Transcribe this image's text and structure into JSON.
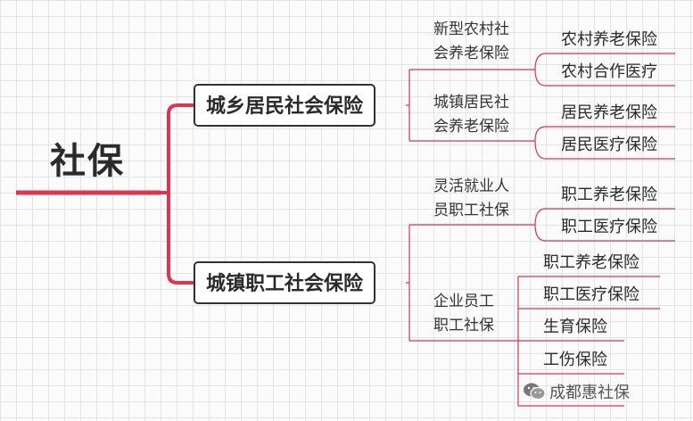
{
  "root": {
    "label": "社保"
  },
  "branches": [
    {
      "label": "城乡居民社会保险",
      "groups": [
        {
          "label": "新型农村社\n会养老保险",
          "leaves": [
            "农村养老保险",
            "农村合作医疗"
          ]
        },
        {
          "label": "城镇居民社\n会养老保险",
          "leaves": [
            "居民养老保险",
            "居民医疗保险"
          ]
        }
      ]
    },
    {
      "label": "城镇职工社会保险",
      "groups": [
        {
          "label": "灵活就业人\n员职工社保",
          "leaves": [
            "职工养老保险",
            "职工医疗保险"
          ]
        },
        {
          "label": "企业员工\n职工社保",
          "leaves": [
            "职工养老保险",
            "职工医疗保险",
            "生育保险",
            "工伤保险"
          ]
        }
      ]
    }
  ],
  "watermark": {
    "text": "成都惠社保",
    "icon": "wechat-icon"
  },
  "colors": {
    "accent": "#d9364f",
    "line": "#d9364f"
  }
}
